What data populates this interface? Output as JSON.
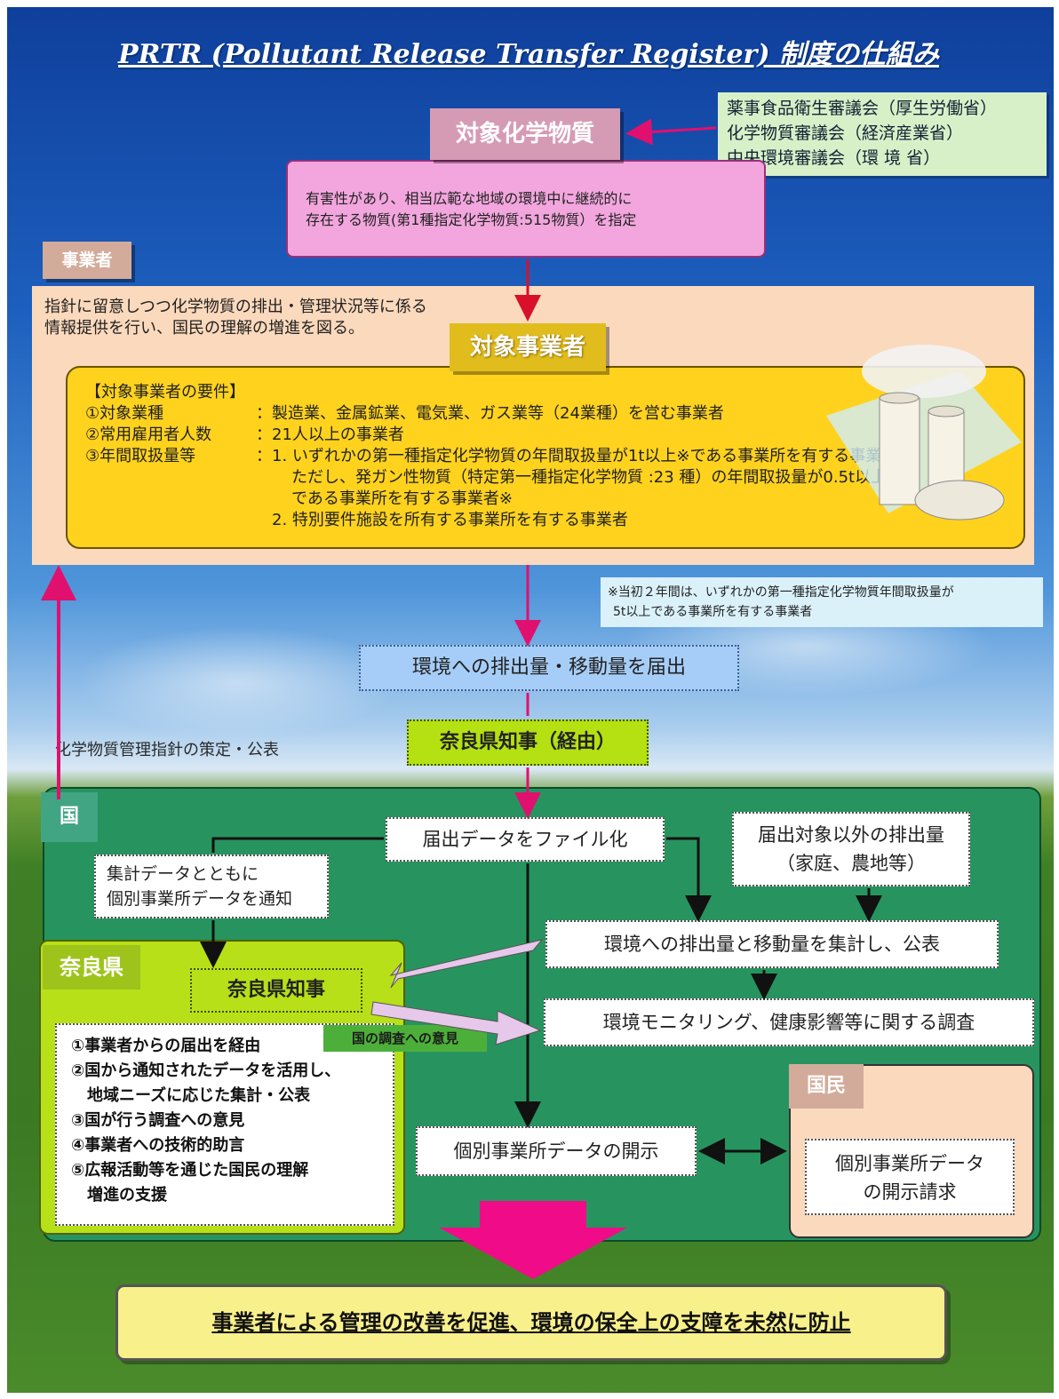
{
  "title": "PRTR (Pollutant Release Transfer Register) 制度の仕組み",
  "agencies": [
    "薬事食品衛生審議会（厚生労働省）",
    "化学物質審議会（経済産業省）",
    "中央環境審議会（環 境 省）"
  ],
  "chemical": {
    "title": "対象化学物質",
    "desc_line1": "有害性があり、相当広範な地域の環境中に継続的に",
    "desc_line2": "存在する物質(第1種指定化学物質:515物質）を指定"
  },
  "business_tag": "事業者",
  "guideline_text_line1": "指針に留意しつつ化学物質の排出・管理状況等に係る",
  "guideline_text_line2": "情報提供を行い、国民の理解の増進を図る。",
  "target": {
    "title": "対象事業者",
    "heading": "【対象事業者の要件】",
    "req1_key": "①対象業種",
    "req1_val": "：製造業、金属鉱業、電気業、ガス業等（24業種）を営む事業者",
    "req2_key": "②常用雇用者人数",
    "req2_val": "：21人以上の事業者",
    "req3_key": "③年間取扱量等",
    "req3_val1": "：1. いずれかの第一種指定化学物質の年間取扱量が1t以上※である事業所を有する事業者",
    "req3_val2": "ただし、発ガン性物質（特定第一種指定化学物質 :23 種）の年間取扱量が0.5t以上",
    "req3_val3": "である事業所を有する事業者※",
    "req3_val4": "2. 特別要件施設を所有する事業所を有する事業者"
  },
  "note_line1": "※当初２年間は、いずれかの第一種指定化学物質年間取扱量が",
  "note_line2": "5t以上である事業所を有する事業者",
  "report": "環境への排出量・移動量を届出",
  "governor_via": "奈良県知事（経由）",
  "guideline_publish": "化学物質管理指針の策定・公表",
  "country_tag": "国",
  "file_data": "届出データをファイル化",
  "other_emissions_line1": "届出対象以外の排出量",
  "other_emissions_line2": "（家庭、農地等）",
  "notify_line1": "集計データとともに",
  "notify_line2": "個別事業所データを通知",
  "aggregate": "環境への排出量と移動量を集計し、公表",
  "monitoring": "環境モニタリング、健康影響等に関する調査",
  "nara": {
    "tag": "奈良県",
    "governor": "奈良県知事",
    "opinion": "国の調査への意見",
    "roles": [
      "①事業者からの届出を経由",
      "②国から通知されたデータを活用し、",
      "　地域ニーズに応じた集計・公表",
      "③国が行う調査への意見",
      "④事業者への技術的助言",
      "⑤広報活動等を通じた国民の理解",
      "　増進の支援"
    ]
  },
  "kokumin": {
    "tag": "国民",
    "request_line1": "個別事業所データ",
    "request_line2": "の開示請求"
  },
  "disclosure": "個別事業所データの開示",
  "bottom": "事業者による管理の改善を促進、環境の保全上の支障を未然に防止",
  "colors": {
    "pink_arrow": "#e0106f",
    "magenta_box": "#f2a6dd",
    "yellow_box": "#ffd21e",
    "green_panel": "#27945f",
    "lime_panel": "#b7e018"
  }
}
